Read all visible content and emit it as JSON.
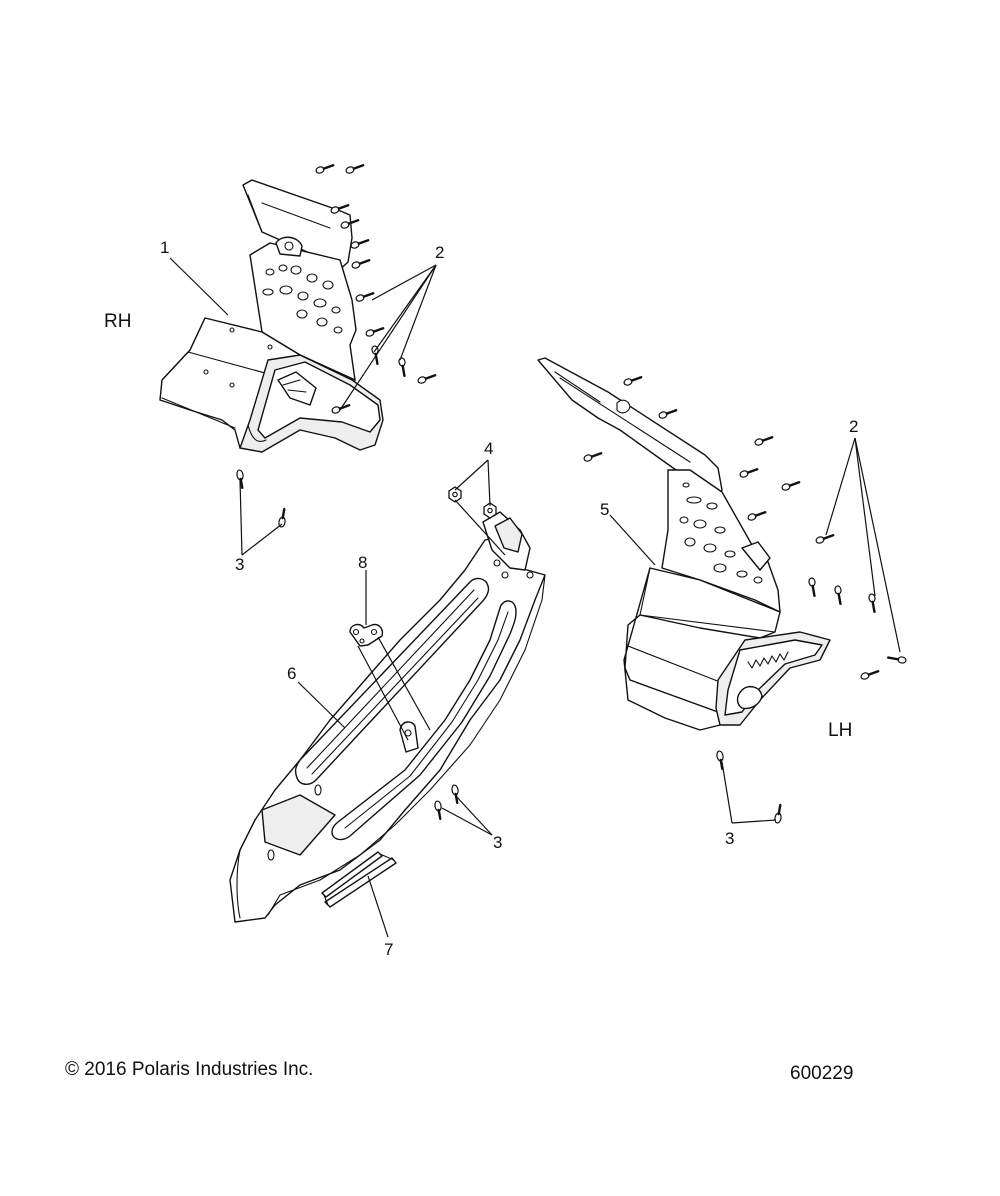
{
  "labels": {
    "side_rh": "RH",
    "side_lh": "LH",
    "callout_1": "1",
    "callout_2a": "2",
    "callout_2b": "2",
    "callout_3a": "3",
    "callout_3b": "3",
    "callout_3c": "3",
    "callout_4": "4",
    "callout_5": "5",
    "callout_6": "6",
    "callout_7": "7",
    "callout_8": "8"
  },
  "footer": {
    "copyright": "© 2016 Polaris Industries Inc.",
    "figure_number": "600229"
  }
}
